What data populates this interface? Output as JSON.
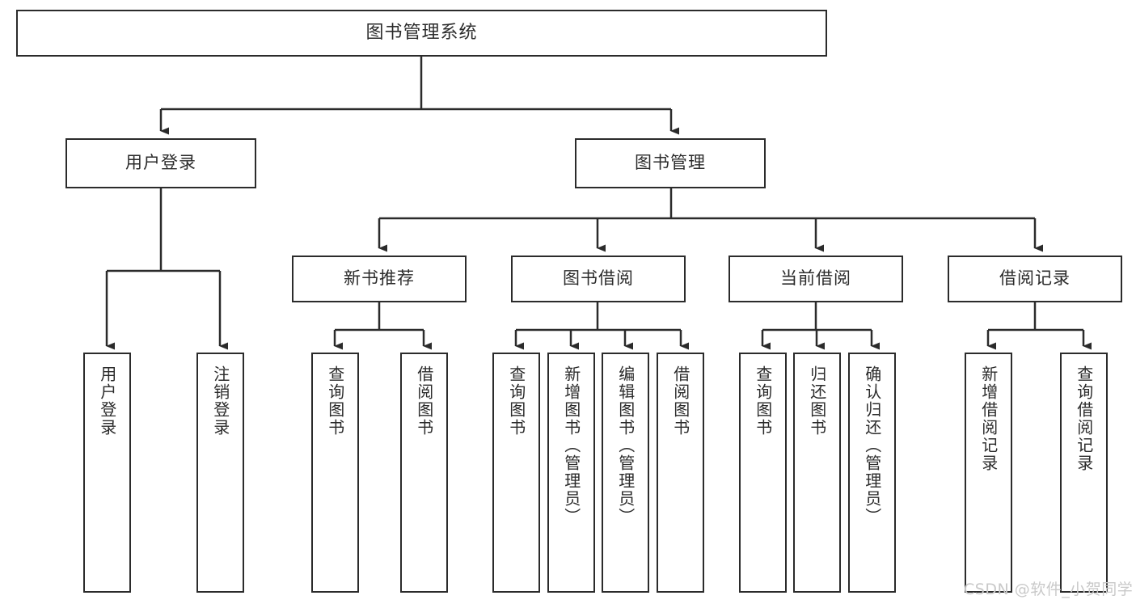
{
  "diagram": {
    "title": "图书管理系统",
    "type": "tree-hierarchy-chart",
    "root": {
      "label": "图书管理系统"
    },
    "level2": [
      {
        "label": "用户登录"
      },
      {
        "label": "图书管理"
      }
    ],
    "level3": [
      {
        "label": "新书推荐"
      },
      {
        "label": "图书借阅"
      },
      {
        "label": "当前借阅"
      },
      {
        "label": "借阅记录"
      }
    ],
    "leaves": {
      "user_login": [
        {
          "label": "用户登录"
        },
        {
          "label": "注销登录"
        }
      ],
      "new_book_recommend": [
        {
          "label": "查询图书"
        },
        {
          "label": "借阅图书"
        }
      ],
      "book_borrow": [
        {
          "label": "查询图书"
        },
        {
          "label": "新增图书（管理员）"
        },
        {
          "label": "编辑图书（管理员）"
        },
        {
          "label": "借阅图书"
        }
      ],
      "current_borrow": [
        {
          "label": "查询图书"
        },
        {
          "label": "归还图书"
        },
        {
          "label": "确认归还（管理员）"
        }
      ],
      "borrow_record": [
        {
          "label": "新增借阅记录"
        },
        {
          "label": "查询借阅记录"
        }
      ]
    }
  },
  "watermark": {
    "text": "CSDN @软件_小贺同学"
  },
  "colors": {
    "stroke": "#2b2b2b",
    "fill": "#ffffff",
    "text": "#2b2b2b",
    "watermark": "#c9c9c9"
  }
}
